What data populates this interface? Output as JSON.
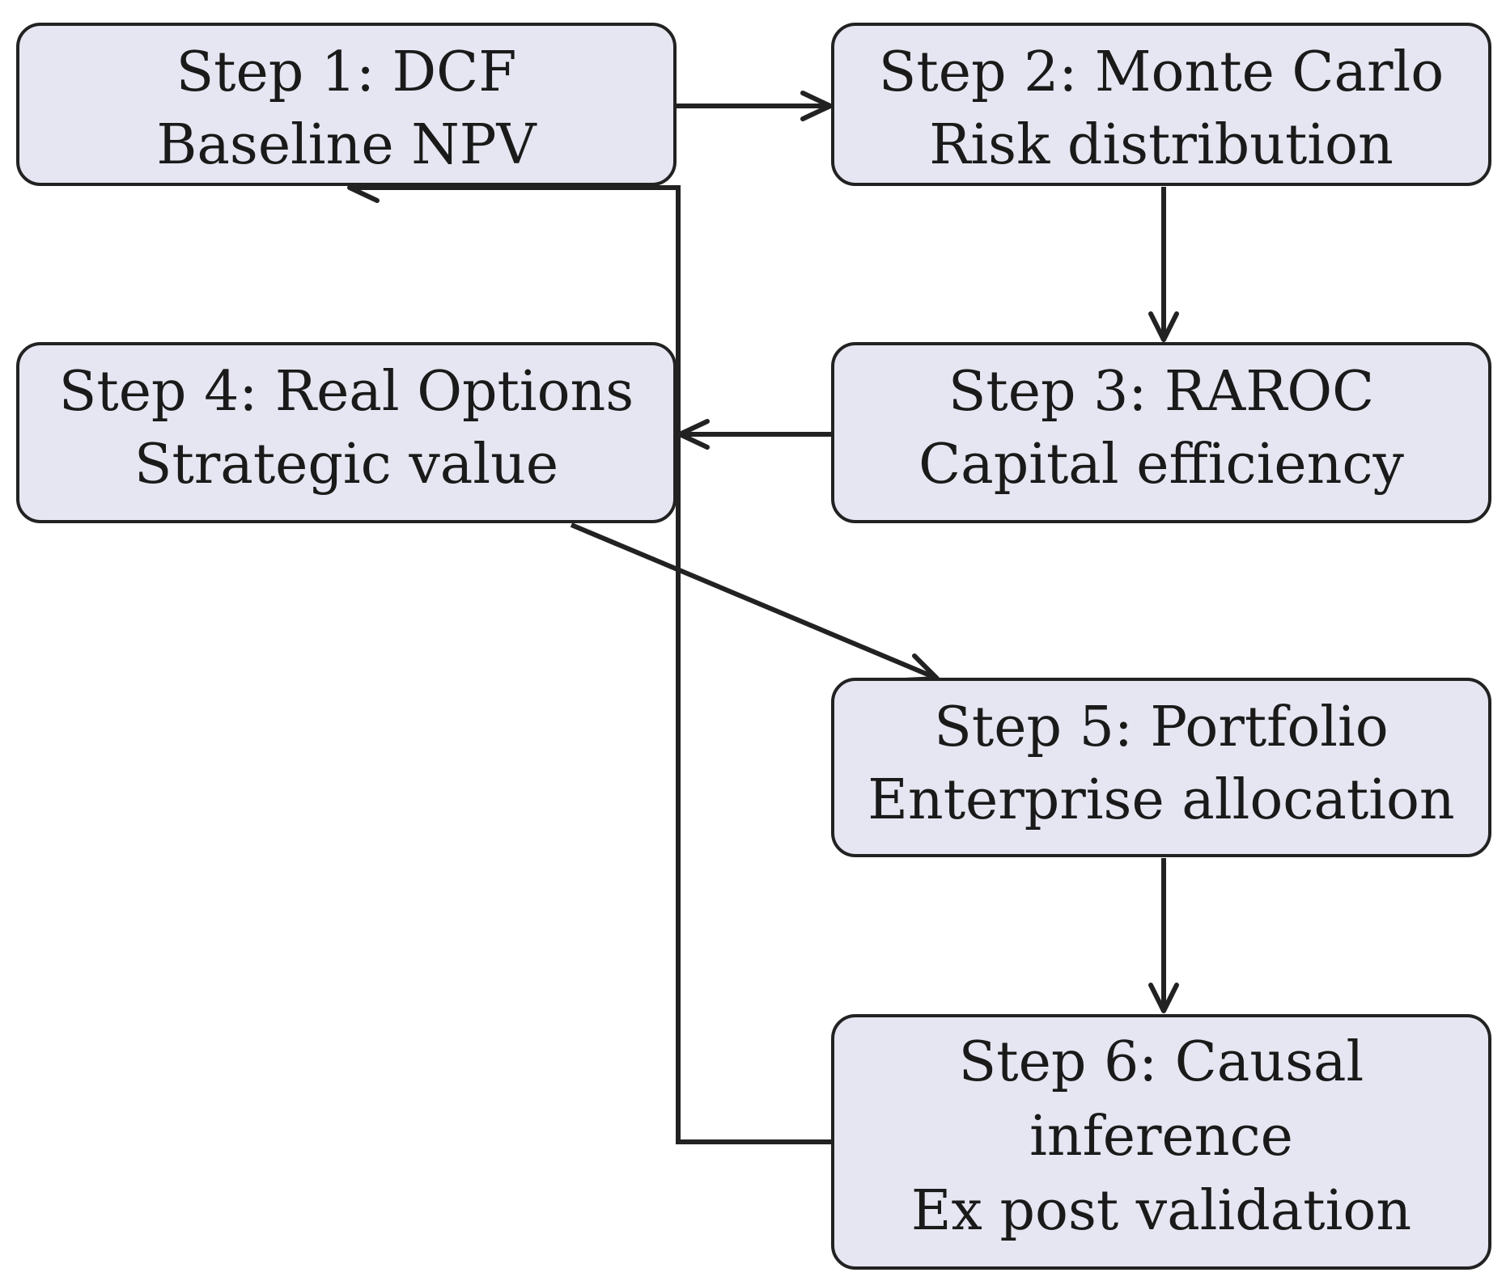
{
  "diagram": {
    "nodes": [
      {
        "id": "step1",
        "lines": [
          "Step 1:  DCF",
          "Baseline NPV"
        ]
      },
      {
        "id": "step2",
        "lines": [
          "Step 2:  Monte Carlo",
          "Risk distribution"
        ]
      },
      {
        "id": "step3",
        "lines": [
          "Step 3:  RAROC",
          "Capital efficiency"
        ]
      },
      {
        "id": "step4",
        "lines": [
          "Step 4:  Real Options",
          "Strategic value"
        ]
      },
      {
        "id": "step5",
        "lines": [
          "Step 5:  Portfolio",
          "Enterprise allocation"
        ]
      },
      {
        "id": "step6",
        "lines": [
          "Step 6:  Causal",
          "inference",
          "Ex post validation"
        ]
      }
    ],
    "edges": [
      {
        "from": "step1",
        "to": "step2"
      },
      {
        "from": "step2",
        "to": "step3"
      },
      {
        "from": "step3",
        "to": "step4"
      },
      {
        "from": "step4",
        "to": "step5"
      },
      {
        "from": "step5",
        "to": "step6"
      },
      {
        "from": "step6",
        "to": "step1"
      }
    ],
    "colors": {
      "node_fill": "#e6e6f2",
      "stroke": "#222222",
      "text": "#1a1a1a"
    }
  }
}
